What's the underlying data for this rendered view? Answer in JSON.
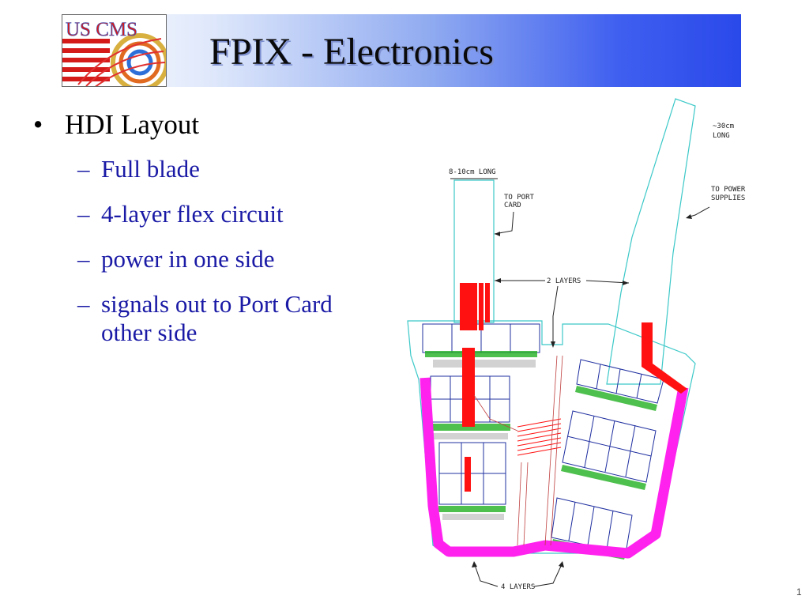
{
  "slide": {
    "title": "FPIX - Electronics",
    "logo_text": "US CMS",
    "page_number": "1"
  },
  "bullets": {
    "main": "HDI  Layout",
    "subs": [
      "Full blade",
      "4-layer flex circuit",
      "power in one side",
      "signals out to Port Card other side"
    ]
  },
  "diagram": {
    "labels": {
      "long_30": "~30cm",
      "long_30_b": "LONG",
      "long_8_10": "8-10cm LONG",
      "to_port": "TO PORT",
      "to_port_b": "CARD",
      "to_power": "TO POWER",
      "to_power_b": "SUPPLIES",
      "two_layers": "2 LAYERS",
      "four_layers": "4 LAYERS"
    },
    "colors": {
      "outline": "#3cc8c8",
      "trace_magenta": "#ff22ee",
      "trace_red": "#ff1111",
      "grid_blue": "#2030a0",
      "chip_green": "#22b022"
    }
  }
}
